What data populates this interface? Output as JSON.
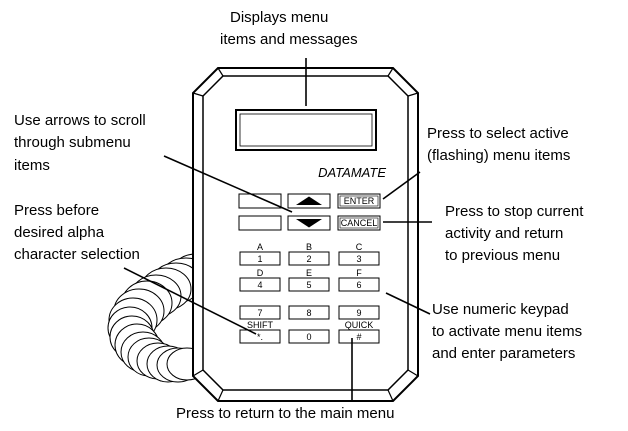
{
  "device": {
    "brand": "DATAMATE",
    "keys": {
      "enter": "ENTER",
      "cancel": "CANCEL",
      "numeric": [
        {
          "upper": "A",
          "main": "1"
        },
        {
          "upper": "B",
          "main": "2"
        },
        {
          "upper": "C",
          "main": "3"
        },
        {
          "upper": "D",
          "main": "4"
        },
        {
          "upper": "E",
          "main": "5"
        },
        {
          "upper": "F",
          "main": "6"
        },
        {
          "upper": "",
          "main": "7"
        },
        {
          "upper": "",
          "main": "8"
        },
        {
          "upper": "",
          "main": "9"
        },
        {
          "upper": "SHIFT",
          "main": "*."
        },
        {
          "upper": "",
          "main": "0"
        },
        {
          "upper": "QUICK",
          "main": "#"
        }
      ]
    }
  },
  "callouts": {
    "display": [
      "Displays menu",
      "items and messages"
    ],
    "arrows": [
      "Use arrows to scroll",
      "through submenu",
      "items"
    ],
    "enter": [
      "Press to select active",
      "(flashing) menu items"
    ],
    "cancel": [
      "Press to stop current",
      "activity and return",
      "to previous menu"
    ],
    "shift": [
      "Press before",
      "desired alpha",
      "character selection"
    ],
    "keypad": [
      "Use numeric keypad",
      "to activate menu items",
      "and enter parameters"
    ],
    "quick": [
      "Press to return to the main menu"
    ]
  }
}
